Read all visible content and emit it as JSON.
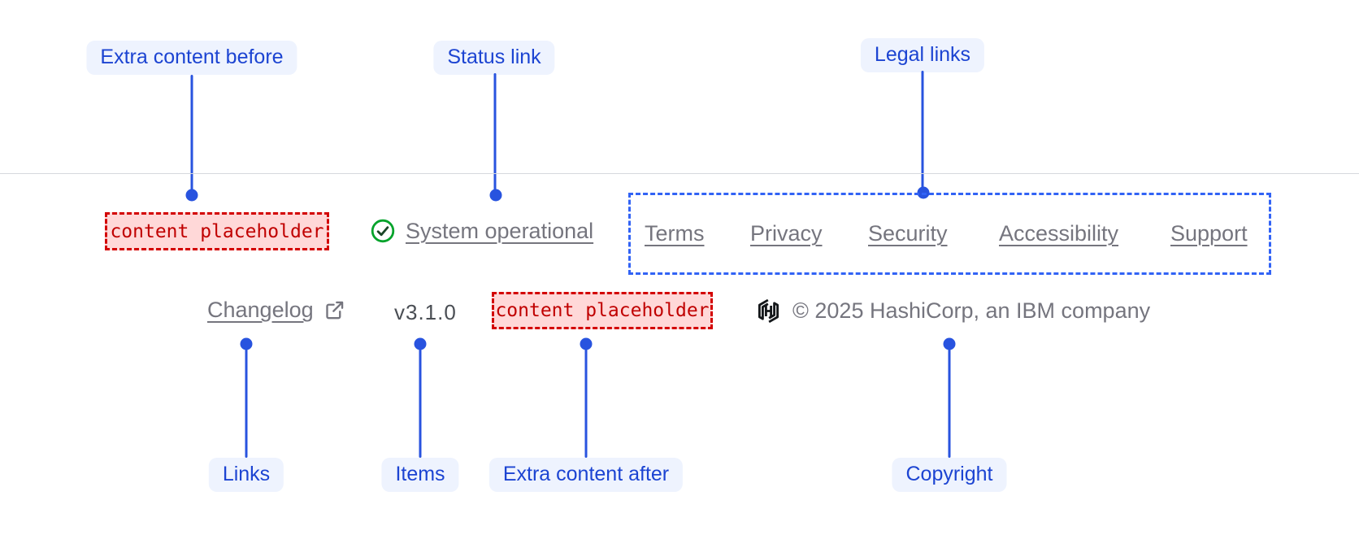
{
  "colors": {
    "accent": "#2853df",
    "callout-bg": "#eef3fe",
    "callout-text": "#1c44d2",
    "dashed-blue": "#3263f5",
    "divider": "#d6d8dd",
    "link-text": "#75757e",
    "version-text": "#4a4e54",
    "placeholder-text": "#c00000",
    "placeholder-bg": "#ffd8d8",
    "placeholder-border": "#d30000",
    "green-circle": "#03a32b",
    "green-check": "#1a4527",
    "logo-color": "#14171a"
  },
  "callouts": {
    "extra_content_before": "Extra content before",
    "status_link": "Status link",
    "legal_links": "Legal links",
    "links": "Links",
    "items": "Items",
    "extra_content_after": "Extra content after",
    "copyright": "Copyright"
  },
  "footer": {
    "extra_content_before": {
      "placeholder": "content placeholder"
    },
    "status": {
      "label": "System operational"
    },
    "legal": {
      "links": [
        "Terms",
        "Privacy",
        "Security",
        "Accessibility",
        "Support"
      ]
    },
    "links": {
      "changelog": "Changelog"
    },
    "items": {
      "version": "v3.1.0"
    },
    "extra_content_after": {
      "placeholder": "content placeholder"
    },
    "copyright": {
      "text": "© 2025 HashiCorp, an IBM company"
    }
  }
}
